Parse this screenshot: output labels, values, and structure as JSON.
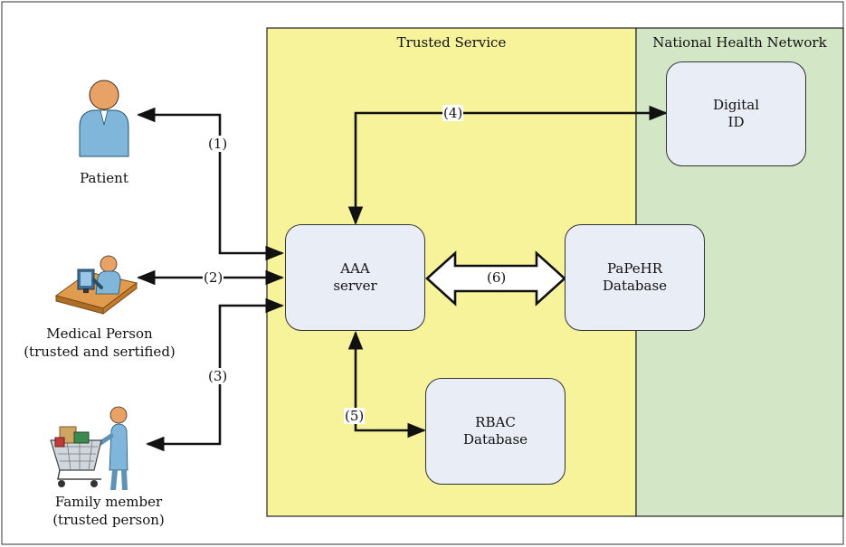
{
  "zones": {
    "trusted_service": "Trusted Service",
    "national_network": "National Health Network"
  },
  "colors": {
    "trusted_zone": "#f7f39b",
    "national_zone": "#d3e7c6",
    "box_fill": "#e8edf6",
    "patient_blue": "#7fb6d9",
    "skin": "#e9a266"
  },
  "boxes": {
    "aaa": {
      "line1": "AAA",
      "line2": "server"
    },
    "papehr": {
      "line1": "PaPeHR",
      "line2": "Database"
    },
    "rbac": {
      "line1": "RBAC",
      "line2": "Database"
    },
    "digital_id": {
      "line1": "Digital",
      "line2": "ID"
    }
  },
  "actors": {
    "patient": {
      "name": "Patient",
      "icon": "patient-person-icon"
    },
    "medical": {
      "name": "Medical Person",
      "note": "(trusted and sertified)",
      "icon": "medical-person-at-desk-icon"
    },
    "family": {
      "name": "Family member",
      "note": "(trusted person)",
      "icon": "family-member-cart-icon"
    }
  },
  "steps": [
    "(1)",
    "(2)",
    "(3)",
    "(4)",
    "(5)",
    "(6)"
  ]
}
